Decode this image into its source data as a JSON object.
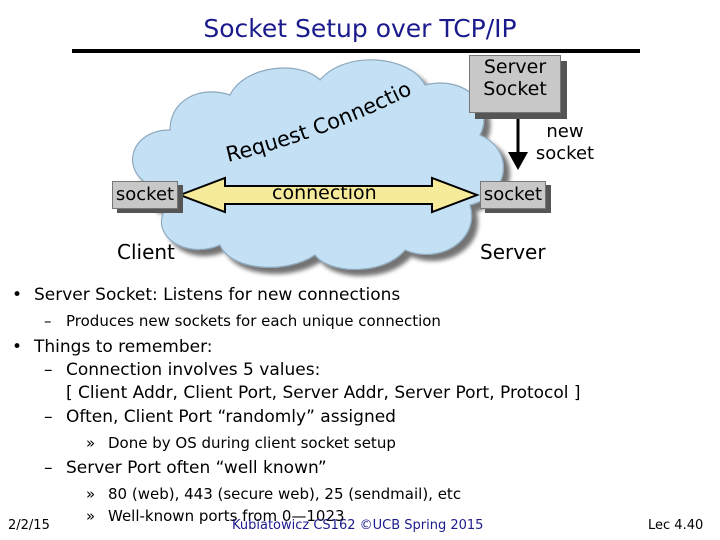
{
  "slide": {
    "title": "Socket Setup over TCP/IP"
  },
  "diagram": {
    "server_socket": "Server\nSocket",
    "server_socket_line1": "Server",
    "server_socket_line2": "Socket",
    "new_socket_line1": "new",
    "new_socket_line2": "socket",
    "request_connection": "Request Connection",
    "client_socket": "socket",
    "server_side_socket": "socket",
    "connection": "connection",
    "client_label": "Client",
    "server_label": "Server"
  },
  "bullets": {
    "b1": "Server Socket: Listens for new connections",
    "b1_1": "Produces new sockets for each unique connection",
    "b2": "Things to remember:",
    "b2_1": "Connection involves 5 values:",
    "b2_1_cont": "[ Client Addr, Client Port, Server Addr, Server Port, Protocol ]",
    "b2_2": "Often, Client Port “randomly” assigned",
    "b2_2_1": "Done by OS during client socket setup",
    "b2_3": "Server Port often “well known”",
    "b2_3_1": "80 (web), 443 (secure web), 25 (sendmail), etc",
    "b2_3_2": "Well-known ports from 0—1023"
  },
  "markers": {
    "bullet": "•",
    "dash": "–",
    "sub": "»"
  },
  "footer": {
    "date": "2/2/15",
    "center": "Kubiatowicz CS162 ©UCB Spring 2015",
    "page": "Lec 4.40"
  },
  "colors": {
    "title": "#1a1a8c",
    "cloud": "#c3e0f5",
    "box": "#c8c8c8",
    "footer_center": "#1a1a8c"
  }
}
